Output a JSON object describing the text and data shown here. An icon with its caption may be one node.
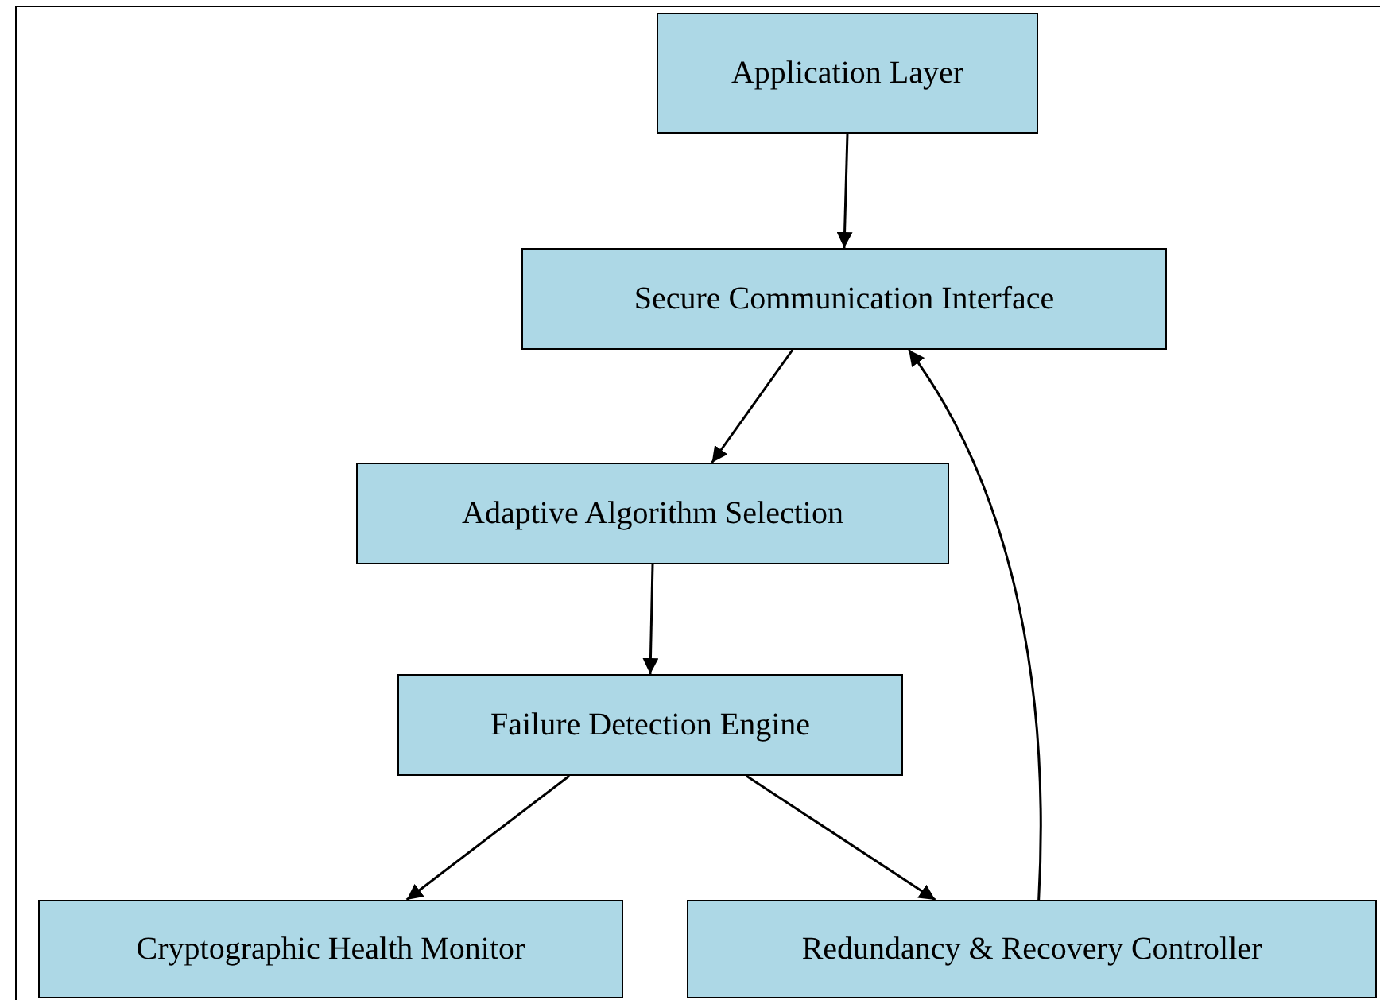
{
  "diagram": {
    "nodes": [
      {
        "text": [
          "Application Layer"
        ]
      },
      {
        "text": [
          "Secure Communication Interface"
        ]
      },
      {
        "text": [
          "Adaptive Algorithm Selection"
        ]
      },
      {
        "text": [
          "Failure Detection Engine"
        ]
      },
      {
        "text": [
          "Cryptographic Health Monitor"
        ]
      },
      {
        "text": [
          "Redundancy & Recovery Controller"
        ]
      }
    ],
    "edges": [
      {
        "from": 0,
        "to": 1,
        "arrow": "to"
      },
      {
        "from": 1,
        "to": 2,
        "arrow": "to"
      },
      {
        "from": 2,
        "to": 3,
        "arrow": "to"
      },
      {
        "from": 3,
        "to": 4,
        "arrow": "to"
      },
      {
        "from": 3,
        "to": 5,
        "arrow": "to"
      },
      {
        "from": 5,
        "to": 1,
        "arrow": "to"
      }
    ]
  }
}
